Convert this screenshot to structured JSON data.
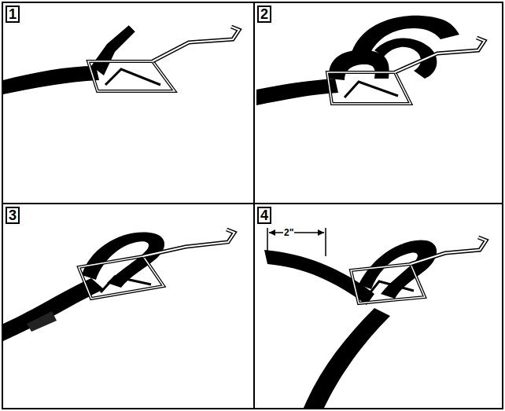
{
  "diagram": {
    "nodes": [
      {
        "text": [
          "1"
        ]
      },
      {
        "text": [
          "2"
        ]
      },
      {
        "text": [
          "3"
        ]
      },
      {
        "text": [
          "4"
        ]
      }
    ],
    "labels": [
      "2\""
    ]
  }
}
